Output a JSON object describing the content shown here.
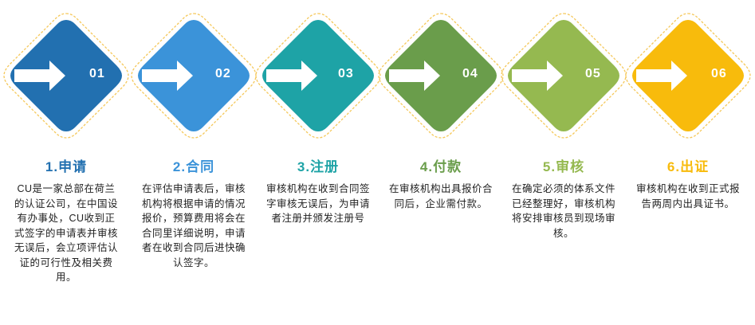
{
  "steps": [
    {
      "number": "01",
      "title": "1.申请",
      "color": "#2270b0",
      "title_color": "#2270b0",
      "icon": "arrow-right-icon",
      "description": "CU是一家总部在荷兰的认证公司，在中国设有办事处，CU收到正式签字的申请表并审核无误后，会立项评估认证的可行性及相关费用。"
    },
    {
      "number": "02",
      "title": "2.合同",
      "color": "#3b93d9",
      "title_color": "#3b93d9",
      "icon": "arrow-right-icon",
      "description": "在评估申请表后，审核机构将根据申请的情况报价，预算费用将会在合同里详细说明，申请者在收到合同后进快确认签字。"
    },
    {
      "number": "03",
      "title": "3.注册",
      "color": "#1ea3a6",
      "title_color": "#1ea3a6",
      "icon": "arrow-right-icon",
      "description": "审核机构在收到合同签字审核无误后，为申请者注册并颁发注册号"
    },
    {
      "number": "04",
      "title": "4.付款",
      "color": "#6a9d4b",
      "title_color": "#6a9d4b",
      "icon": "arrow-right-icon",
      "description": "在审核机构出具报价合同后，企业需付款。"
    },
    {
      "number": "05",
      "title": "5.审核",
      "color": "#95b950",
      "title_color": "#95b950",
      "icon": "arrow-right-icon",
      "description": "在确定必须的体系文件已经整理好，审核机构将安排审核员到现场审核。"
    },
    {
      "number": "06",
      "title": "6.出证",
      "color": "#f8bb0c",
      "title_color": "#f8bb0c",
      "icon": "arrow-right-icon",
      "description": "审核机构在收到正式报告两周内出具证书。"
    }
  ],
  "outline_color": "#f5c85a"
}
